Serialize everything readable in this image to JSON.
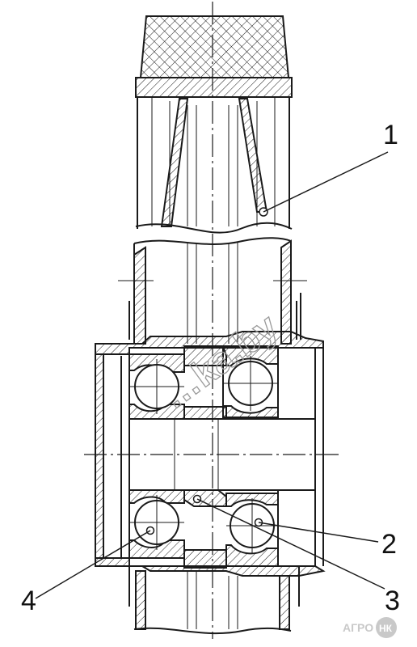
{
  "callouts": [
    {
      "number": "1"
    },
    {
      "number": "2"
    },
    {
      "number": "3"
    },
    {
      "number": "4"
    }
  ],
  "watermark": {
    "text": "…ka.by"
  },
  "logo": {
    "left_text": "АГРО",
    "badge_text": "НК"
  },
  "colors": {
    "line": "#1a1a1a",
    "watermark": "#9a9a9a",
    "logo": "#c9c9c9",
    "background": "#ffffff"
  }
}
